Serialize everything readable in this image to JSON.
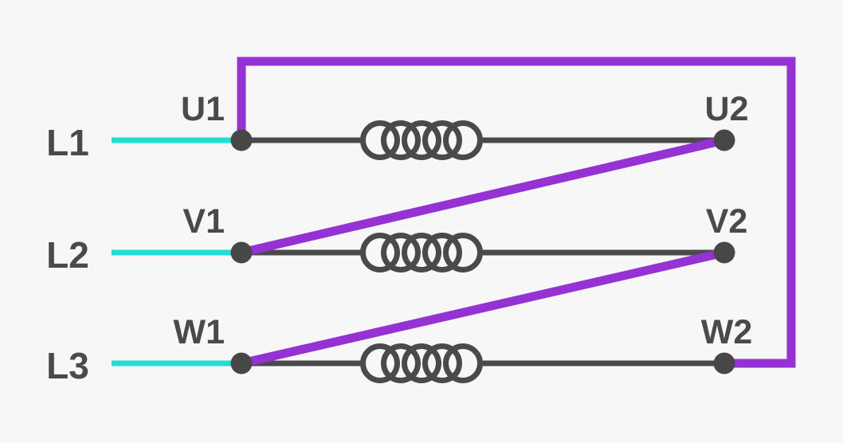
{
  "diagram": {
    "colors": {
      "purple": "#9432d3",
      "cyan": "#20ded3",
      "dark": "#4a4a4a",
      "dot": "#474747",
      "background": "#f7f7f8"
    },
    "rows": [
      {
        "supply": "L1",
        "start": "U1",
        "end": "U2"
      },
      {
        "supply": "L2",
        "start": "V1",
        "end": "V2"
      },
      {
        "supply": "L3",
        "start": "W1",
        "end": "W2"
      }
    ],
    "jumpers": [
      {
        "from": "U1",
        "to": "W2"
      },
      {
        "from": "U2",
        "to": "V1"
      },
      {
        "from": "V2",
        "to": "W1"
      }
    ]
  }
}
